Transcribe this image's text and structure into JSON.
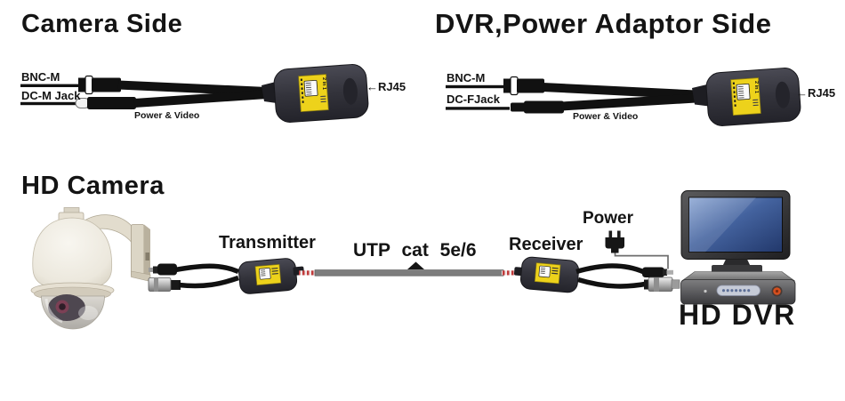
{
  "sections": {
    "camera_side": {
      "title": "Camera Side",
      "labels": {
        "bnc": "BNC-M",
        "dc": "DC-M Jack",
        "cable": "Power & Video",
        "port": "←RJ45",
        "balun": "2 in 1"
      }
    },
    "dvr_side": {
      "title": "DVR,Power Adaptor Side",
      "labels": {
        "bnc": "BNC-M",
        "dc": "DC-FJack",
        "cable": "Power & Video",
        "port": "←RJ45",
        "balun": "2 in 1"
      }
    },
    "link_diagram": {
      "camera": "HD Camera",
      "transmitter": "Transmitter",
      "cable": "UTP cat 5e/6",
      "receiver": "Receiver",
      "power": "Power",
      "dvr": "HD DVR"
    }
  },
  "illustrations": {
    "balun": "2-in-1 passive video balun with yellow RJ45 label",
    "bnc_connector": "BNC male connector",
    "dc_plug": "DC power plug",
    "dome_camera": "white PTZ dome camera on wall bracket",
    "utp_cable": "gray UTP cable with red/white twisted-pair ends",
    "power_adapter": "wall power adapter plug",
    "monitor": "monitor with blue screen",
    "dvr_box": "DVR recorder with button pill and red record button"
  },
  "colors": {
    "background": "#ffffff",
    "text": "#141414",
    "cable_black": "#111111",
    "balun_body": "#33333b",
    "balun_label_yellow": "#edd21b",
    "utp_cable_gray": "#7d7d7d",
    "twisted_pair_red": "#c03a3a",
    "monitor_screen_blue": "#44639f",
    "record_button_red": "#d44f1e",
    "camera_body": "#ece8dd"
  }
}
